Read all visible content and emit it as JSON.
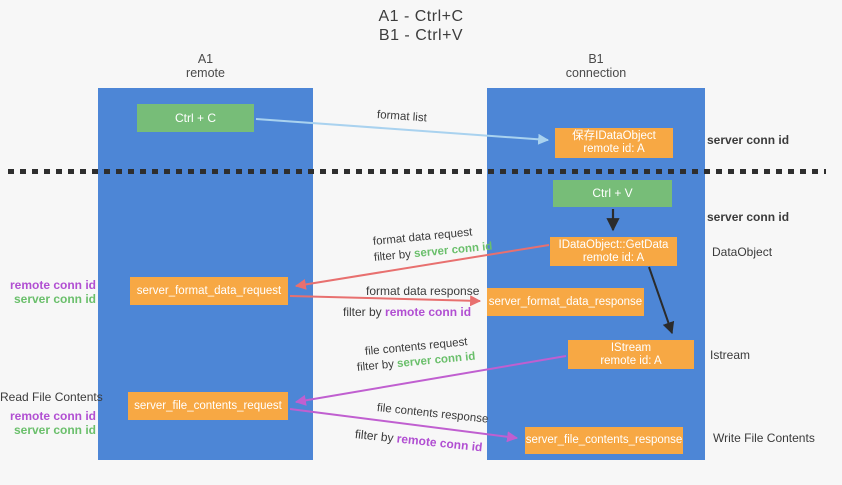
{
  "title": {
    "line1": "A1 - Ctrl+C",
    "line2": "B1 - Ctrl+V"
  },
  "columns": {
    "a": {
      "name": "A1",
      "subtitle": "remote"
    },
    "b": {
      "name": "B1",
      "subtitle": "connection"
    }
  },
  "nodes": {
    "ctrl_c": {
      "label": "Ctrl + C"
    },
    "ctrl_v": {
      "label": "Ctrl + V"
    },
    "save_idataobject": {
      "line1": "保存IDataObject",
      "line2": "remote id: A"
    },
    "idataobject_getdata": {
      "line1": "IDataObject::GetData",
      "line2": "remote id: A"
    },
    "istream": {
      "line1": "IStream",
      "line2": "remote id: A"
    },
    "server_format_data_request": {
      "label": "server_format_data_request"
    },
    "server_format_data_response": {
      "label": "server_format_data_response"
    },
    "server_file_contents_request": {
      "label": "server_file_contents_request"
    },
    "server_file_contents_response": {
      "label": "server_file_contents_response"
    }
  },
  "flow_labels": {
    "format_list": "format list",
    "format_data_request": "format data request",
    "format_data_response": "format data response",
    "file_contents_request": "file contents request",
    "file_contents_response": "file contents response",
    "filter_by": "filter by",
    "server_conn_id": "server conn id",
    "remote_conn_id": "remote conn id"
  },
  "side_labels": {
    "left_top_remote_conn_id": "remote conn id",
    "left_top_server_conn_id": "server conn id",
    "read_file_contents": "Read File Contents",
    "left_bottom_remote_conn_id": "remote conn id",
    "left_bottom_server_conn_id": "server conn id",
    "right_server_conn_id_top": "server conn id",
    "right_server_conn_id_mid": "server conn id",
    "dataobject": "DataObject",
    "istream": "Istream",
    "write_file_contents": "Write File Contents"
  },
  "colors": {
    "background": "#f7f7f7",
    "column_blue": "#4d86d6",
    "box_green": "#77bd78",
    "box_orange": "#f7a844",
    "arrow_light_blue": "#a9d2ef",
    "arrow_red": "#e8706f",
    "arrow_purple": "#c05fd0",
    "arrow_black": "#2b2b2b",
    "text_green": "#6abf6b",
    "text_purple": "#b14fd2"
  }
}
